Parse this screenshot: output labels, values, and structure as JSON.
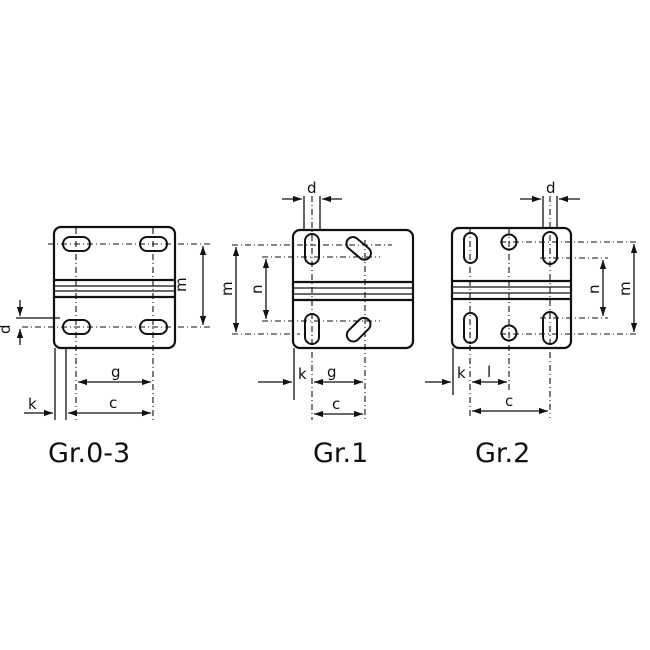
{
  "figures": [
    {
      "caption": "Gr.0-3",
      "labels": {
        "d": "d",
        "m": "m",
        "g": "g",
        "k": "k",
        "c": "c"
      }
    },
    {
      "caption": "Gr.1",
      "labels": {
        "d": "d",
        "m": "m",
        "n": "n",
        "k": "k",
        "g": "g",
        "c": "c"
      }
    },
    {
      "caption": "Gr.2",
      "labels": {
        "d": "d",
        "n": "n",
        "m": "m",
        "k": "k",
        "l": "l",
        "c": "c"
      }
    }
  ]
}
